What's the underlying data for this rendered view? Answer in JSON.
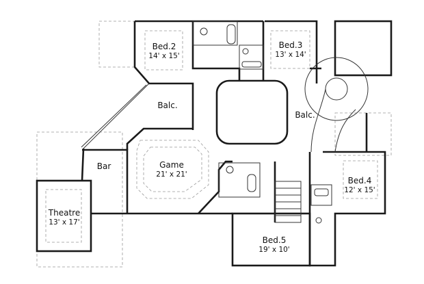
{
  "rooms": [
    {
      "name": "Bed.2",
      "size": "14' x 15'"
    },
    {
      "name": "Bed.3",
      "size": "13' x 14'"
    },
    {
      "name": "Balc.",
      "size": ""
    },
    {
      "name": "Balc.",
      "size": ""
    },
    {
      "name": "Bar",
      "size": ""
    },
    {
      "name": "Game",
      "size": "21' x 21'"
    },
    {
      "name": "Bed.4",
      "size": "12' x 15'"
    },
    {
      "name": "Theatre",
      "size": "13' x 17'"
    },
    {
      "name": "Bed.5",
      "size": "19' x 10'"
    }
  ]
}
